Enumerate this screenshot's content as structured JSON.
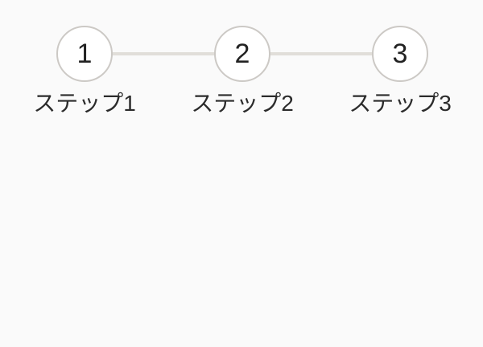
{
  "stepper": {
    "steps": [
      {
        "number": "1",
        "label": "ステップ1"
      },
      {
        "number": "2",
        "label": "ステップ2"
      },
      {
        "number": "3",
        "label": "ステップ3"
      }
    ],
    "colors": {
      "background": "#fafafa",
      "circle_border": "#ccc9c5",
      "circle_fill": "#ffffff",
      "connector": "#e1ded9",
      "number_text": "#222222",
      "label_text": "#2b2b2b"
    }
  }
}
